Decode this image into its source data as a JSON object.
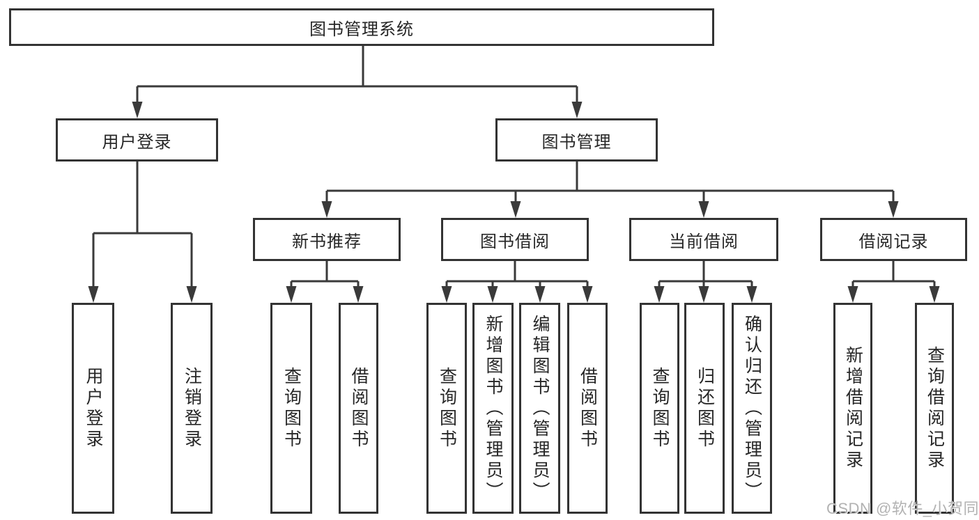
{
  "watermark": "CSDN @软件_小贺同学",
  "colors": {
    "line": "#3a3a3a",
    "box_border": "#333333",
    "text": "#262626",
    "watermark": "#b2b2b2"
  },
  "tree": {
    "label": "图书管理系统",
    "children": [
      {
        "label": "用户登录",
        "children": [
          {
            "label": "用户登录"
          },
          {
            "label": "注销登录"
          }
        ]
      },
      {
        "label": "图书管理",
        "children": [
          {
            "label": "新书推荐",
            "children": [
              {
                "label": "查询图书"
              },
              {
                "label": "借阅图书"
              }
            ]
          },
          {
            "label": "图书借阅",
            "children": [
              {
                "label": "查询图书"
              },
              {
                "label": "新增图书（管理员）"
              },
              {
                "label": "编辑图书（管理员）"
              },
              {
                "label": "借阅图书"
              }
            ]
          },
          {
            "label": "当前借阅",
            "children": [
              {
                "label": "查询图书"
              },
              {
                "label": "归还图书"
              },
              {
                "label": "确认归还（管理员）"
              }
            ]
          },
          {
            "label": "借阅记录",
            "children": [
              {
                "label": "新增借阅记录"
              },
              {
                "label": "查询借阅记录"
              }
            ]
          }
        ]
      }
    ]
  }
}
